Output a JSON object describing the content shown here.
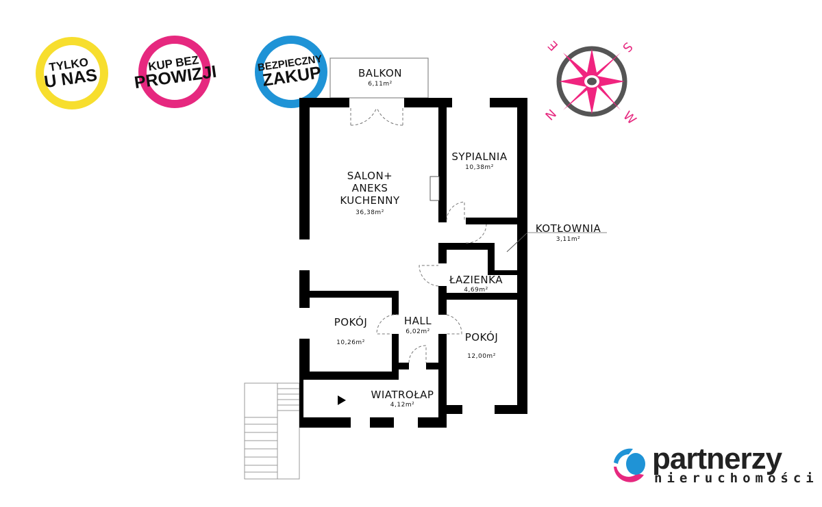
{
  "badges": [
    {
      "line1": "TYLKO",
      "line2": "U NAS",
      "color": "#f7de2e"
    },
    {
      "line1": "KUP BEZ",
      "line2": "PROWIZJI",
      "color": "#e6287f"
    },
    {
      "line1": "BEZPIECZNY",
      "line2": "ZAKUP",
      "color": "#1f93d6"
    }
  ],
  "compass": {
    "letters": {
      "n": "N",
      "e": "E",
      "s": "S",
      "w": "W"
    },
    "rose_color": "#f0247f",
    "ring_color": "#555555"
  },
  "rooms": {
    "balkon": {
      "name": "BALKON",
      "area": "6,11m²"
    },
    "salon": {
      "name1": "SALON+",
      "name2": "ANEKS",
      "name3": "KUCHENNY",
      "area": "36,38m²"
    },
    "sypialnia": {
      "name": "SYPIALNIA",
      "area": "10,38m²"
    },
    "kotlownia": {
      "name": "KOTŁOWNIA",
      "area": "3,11m²"
    },
    "lazienka": {
      "name": "ŁAZIENKA",
      "area": "4,69m²"
    },
    "hall": {
      "name": "HALL",
      "area": "6,02m²"
    },
    "pokoj1": {
      "name": "POKÓJ",
      "area": "10,26m²"
    },
    "pokoj2": {
      "name": "POKÓJ",
      "area": "12,00m²"
    },
    "wiatrolap": {
      "name": "WIATROŁAP",
      "area": "4,12m²"
    }
  },
  "logo": {
    "main": "partnerzy",
    "sub": "nieruchomości",
    "blue": "#1f93d6",
    "pink": "#e6287f"
  }
}
